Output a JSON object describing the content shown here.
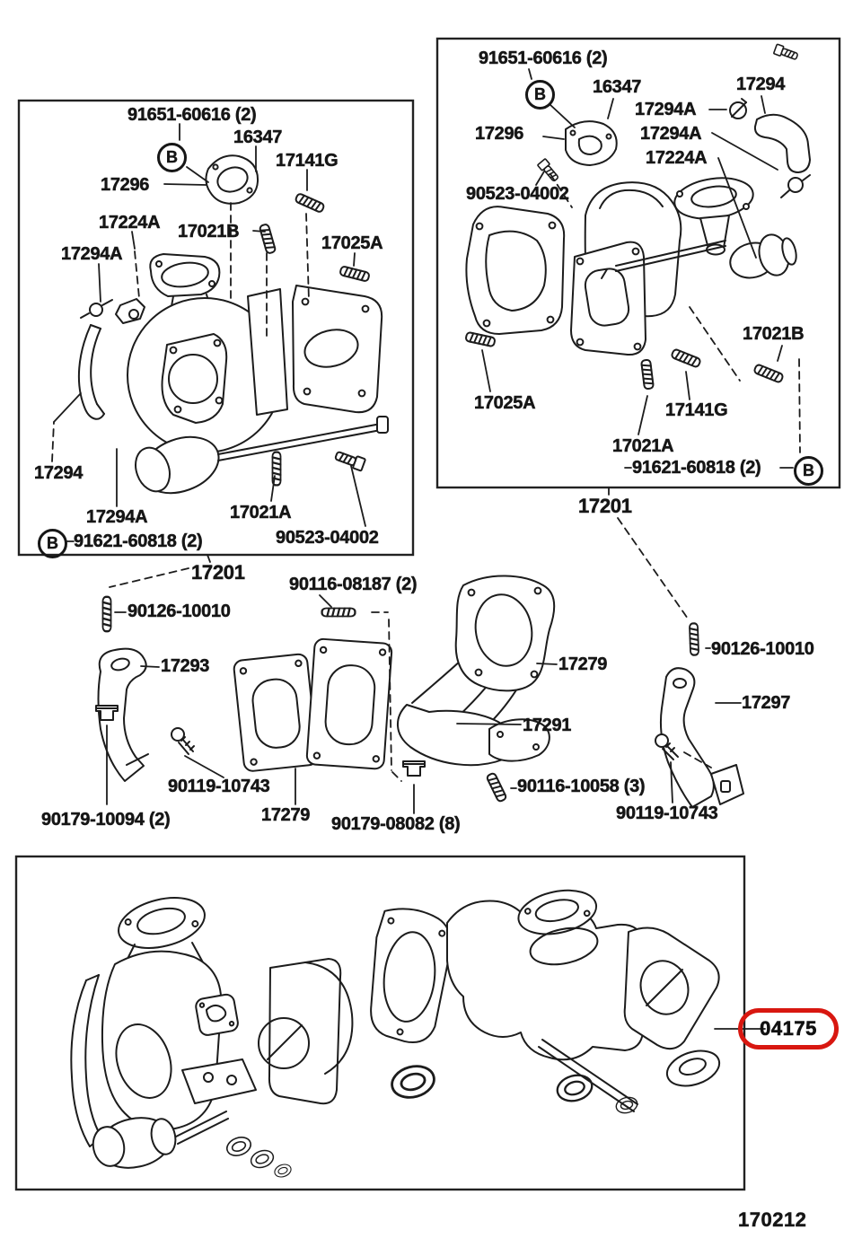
{
  "colors": {
    "highlight_red": "#d81710",
    "line": "#1c1c1c"
  },
  "top_left_box": {
    "caption": "17201",
    "labels": {
      "bolt_91651": "91651-60616 (2)",
      "marker_b_top": "B",
      "part_16347": "16347",
      "part_17296": "17296",
      "part_17141g": "17141G",
      "part_17224a": "17224A",
      "part_17021b": "17021B",
      "part_17294a_top": "17294A",
      "part_17025a": "17025A",
      "part_17294": "17294",
      "part_17294a_bottom": "17294A",
      "marker_b_bottom": "B",
      "bolt_91621": "91621-60818 (2)",
      "part_17021a": "17021A",
      "bolt_90523": "90523-04002"
    }
  },
  "top_right_box": {
    "caption": "17201",
    "labels": {
      "bolt_91651": "91651-60616 (2)",
      "marker_b_top": "B",
      "part_16347": "16347",
      "part_17294": "17294",
      "part_17294a_1": "17294A",
      "part_17294a_2": "17294A",
      "part_17296": "17296",
      "part_17224a": "17224A",
      "bolt_90523": "90523-04002",
      "part_17021b": "17021B",
      "part_17025a": "17025A",
      "part_17141g": "17141G",
      "part_17021a": "17021A",
      "bolt_91621": "91621-60818 (2)",
      "marker_b_bottom": "B"
    }
  },
  "middle_section": {
    "labels": {
      "bolt_90126_left": "90126-10010",
      "bolt_90116_08187": "90116-08187 (2)",
      "part_17293": "17293",
      "bolt_90119_left": "90119-10743",
      "nut_90179_10094": "90179-10094 (2)",
      "part_17279_left": "17279",
      "nut_90179_08082": "90179-08082 (8)",
      "part_17279_right": "17279",
      "part_17291": "17291",
      "stud_90116_10058": "90116-10058 (3)",
      "bolt_90119_right": "90119-10743",
      "bolt_90126_right": "90126-10010",
      "part_17297": "17297"
    }
  },
  "bottom_box": {
    "highlighted_part": "04175"
  },
  "footer": {
    "diagram_code": "170212"
  }
}
